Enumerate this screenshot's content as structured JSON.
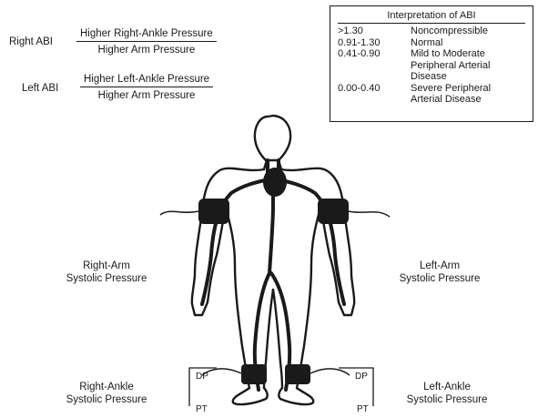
{
  "formulas": {
    "right": {
      "label": "Right ABI",
      "numerator": "Higher Right-Ankle Pressure",
      "denominator": "Higher Arm Pressure"
    },
    "left": {
      "label": "Left ABI",
      "numerator": "Higher Left-Ankle Pressure",
      "denominator": "Higher Arm Pressure"
    }
  },
  "legend": {
    "title": "Interpretation of ABI",
    "rows": [
      {
        "range": ">1.30",
        "lines": [
          "Noncompressible"
        ]
      },
      {
        "range": "0.91-1.30",
        "lines": [
          "Normal"
        ]
      },
      {
        "range": "0.41-0.90",
        "lines": [
          "Mild to Moderate",
          "Peripheral Arterial",
          "Disease"
        ]
      },
      {
        "range": "0.00-0.40",
        "lines": [
          "Severe Peripheral",
          "Arterial Disease"
        ]
      }
    ]
  },
  "labels": {
    "right_arm": [
      "Right-Arm",
      "Systolic Pressure"
    ],
    "left_arm": [
      "Left-Arm",
      "Systolic Pressure"
    ],
    "right_ankle": [
      "Right-Ankle",
      "Systolic Pressure"
    ],
    "left_ankle": [
      "Left-Ankle",
      "Systolic Pressure"
    ]
  },
  "ports": {
    "right_dp": "DP",
    "right_pt": "PT",
    "left_dp": "DP",
    "left_pt": "PT"
  }
}
